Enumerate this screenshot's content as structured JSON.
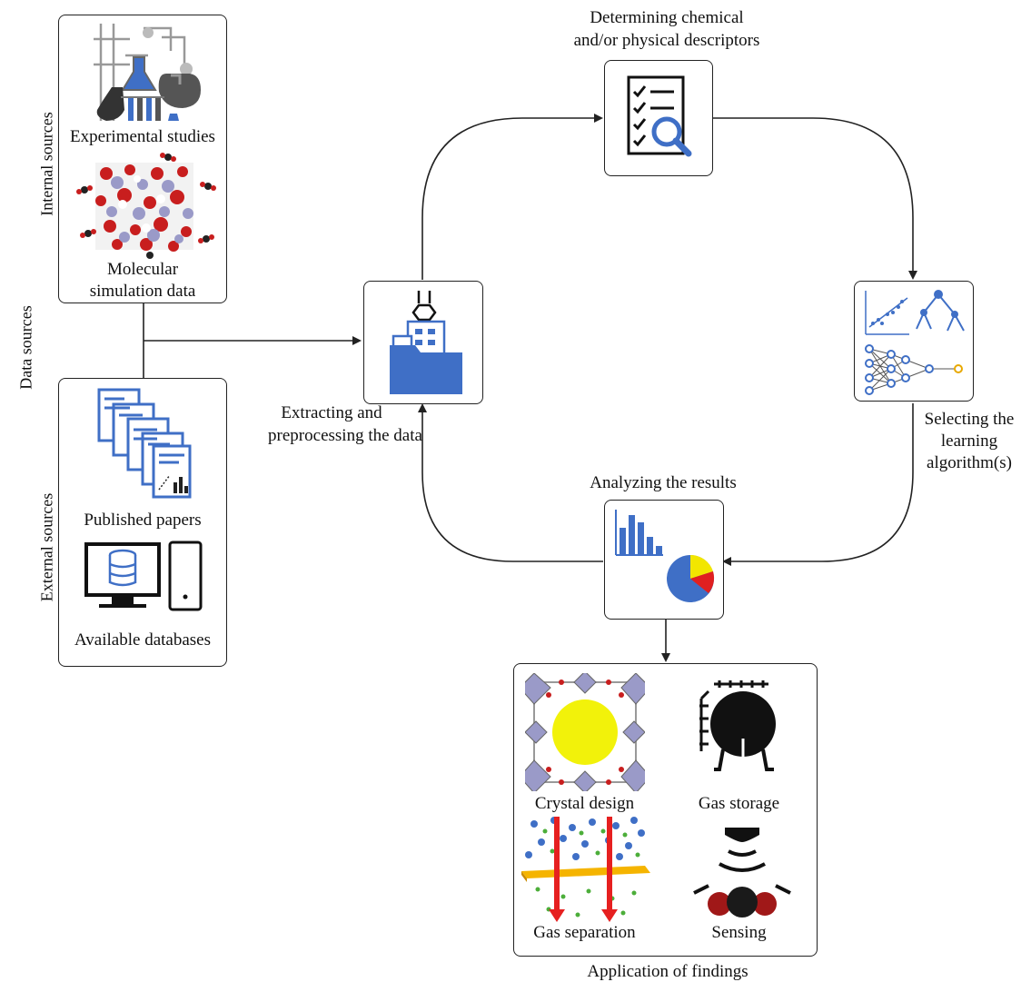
{
  "side_labels": {
    "data_sources": "Data sources",
    "internal_sources": "Internal sources",
    "external_sources": "External sources"
  },
  "internal": {
    "experimental": "Experimental studies",
    "molecular_line1": "Molecular",
    "molecular_line2": "simulation data"
  },
  "external": {
    "papers": "Published papers",
    "databases": "Available databases"
  },
  "steps": {
    "descriptors_line1": "Determining chemical",
    "descriptors_line2": "and/or physical descriptors",
    "extract_line1": "Extracting and",
    "extract_line2": "preprocessing the data",
    "select_line1": "Selecting the",
    "select_line2": "learning",
    "select_line3": "algorithm(s)",
    "analyze": "Analyzing the results"
  },
  "applications": {
    "crystal": "Crystal design",
    "storage": "Gas storage",
    "separation": "Gas separation",
    "sensing": "Sensing",
    "caption": "Application of findings"
  },
  "colors": {
    "accent_blue": "#3f6fc6",
    "pie_yellow": "#f2e600",
    "pie_red": "#e02020",
    "mof_red": "#c81e1e",
    "mof_lavender": "#9a9ac8"
  }
}
